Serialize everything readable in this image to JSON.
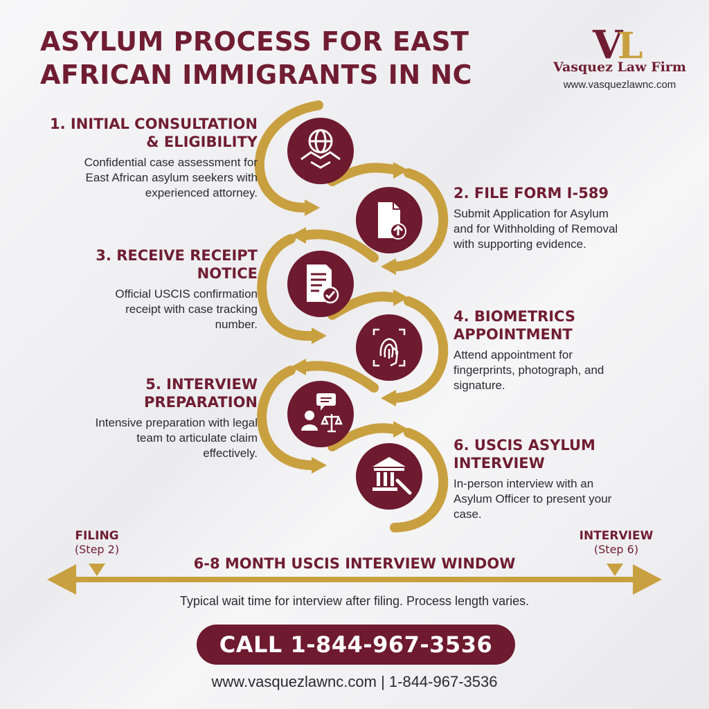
{
  "header": {
    "title_line1": "ASYLUM PROCESS FOR EAST",
    "title_line2": "AFRICAN IMMIGRANTS IN NC"
  },
  "brand": {
    "logo_text": "VL",
    "name": "Vasquez Law Firm",
    "url": "www.vasquezlawnc.com",
    "primary_color": "#701d32",
    "accent_color": "#c9a040"
  },
  "steps": [
    {
      "title_line1": "1. INITIAL CONSULTATION",
      "title_line2": "& ELIGIBILITY",
      "description_line1": "Confidential case assessment for",
      "description_line2": "East African asylum seekers with",
      "description_line3": "experienced attorney.",
      "icon": "globe-handshake-icon"
    },
    {
      "title_line1": "2. FILE FORM I-589",
      "title_line2": "",
      "description_line1": "Submit Application for Asylum",
      "description_line2": "and for Withholding of Removal",
      "description_line3": "with supporting evidence.",
      "icon": "document-upload-icon"
    },
    {
      "title_line1": "3. RECEIVE RECEIPT",
      "title_line2": "NOTICE",
      "description_line1": "Official USCIS confirmation",
      "description_line2": "receipt with case tracking",
      "description_line3": "number.",
      "icon": "document-check-icon"
    },
    {
      "title_line1": "4. BIOMETRICS",
      "title_line2": "APPOINTMENT",
      "description_line1": "Attend appointment for",
      "description_line2": "fingerprints, photograph, and",
      "description_line3": "signature.",
      "icon": "fingerprint-icon"
    },
    {
      "title_line1": "5. INTERVIEW",
      "title_line2": "PREPARATION",
      "description_line1": "Intensive preparation with legal",
      "description_line2": "team to articulate claim",
      "description_line3": "effectively.",
      "icon": "person-chat-scales-icon"
    },
    {
      "title_line1": "6. USCIS ASYLUM",
      "title_line2": "INTERVIEW",
      "description_line1": "In-person interview with an",
      "description_line2": "Asylum Officer to present your",
      "description_line3": "case.",
      "icon": "courthouse-gavel-icon"
    }
  ],
  "timeline": {
    "start_label": "FILING",
    "start_sub": "(Step 2)",
    "end_label": "INTERVIEW",
    "end_sub": "(Step 6)",
    "window_title": "6-8 MONTH USCIS INTERVIEW WINDOW",
    "note": "Typical wait time for interview after filing. Process length varies."
  },
  "cta": {
    "label": "CALL 1-844-967-3536"
  },
  "footer": {
    "text": "www.vasquezlawnc.com | 1-844-967-3536"
  }
}
